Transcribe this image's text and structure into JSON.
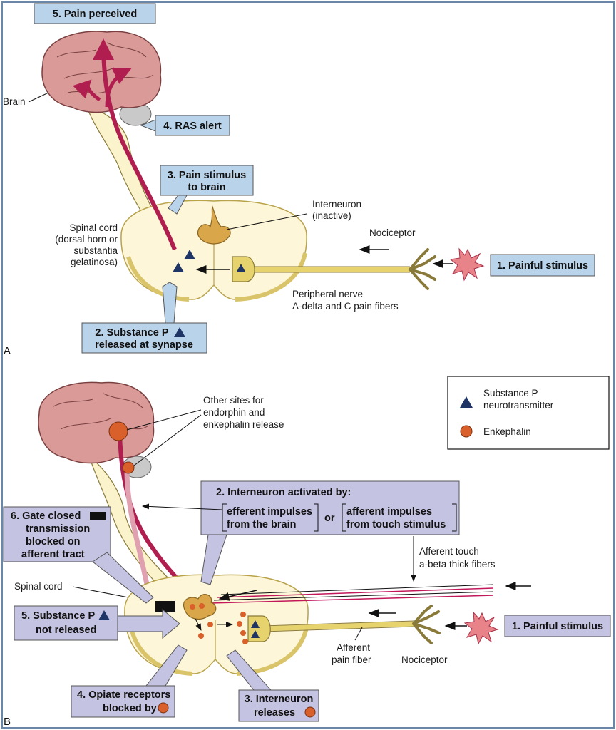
{
  "panel_a": {
    "panel_label": "A",
    "pain_perceived": "5. Pain perceived",
    "brain": "Brain",
    "ras_alert": "4. RAS alert",
    "pain_stimulus_line1": "3. Pain stimulus",
    "pain_stimulus_line2": "to brain",
    "interneuron_line1": "Interneuron",
    "interneuron_line2": "(inactive)",
    "nociceptor": "Nociceptor",
    "spinal_cord_line1": "Spinal cord",
    "spinal_cord_line2": "(dorsal horn or",
    "spinal_cord_line3": "substantia",
    "spinal_cord_line4": "gelatinosa)",
    "painful_stimulus": "1. Painful stimulus",
    "peripheral_line1": "Peripheral nerve",
    "peripheral_line2": "A-delta and C pain fibers",
    "substance_p_line1": "2. Substance P",
    "substance_p_line2": "released at synapse"
  },
  "panel_b": {
    "panel_label": "B",
    "other_sites_line1": "Other sites for",
    "other_sites_line2": "endorphin and",
    "other_sites_line3": "enkephalin release",
    "legend_substance_p_line1": "Substance P",
    "legend_substance_p_line2": "neurotransmitter",
    "legend_enkephalin": "Enkephalin",
    "interneuron_activated": "2. Interneuron activated by:",
    "efferent_line1": "efferent impulses",
    "efferent_line2": "from the brain",
    "or": "or",
    "afferent_line1": "afferent impulses",
    "afferent_line2": "from touch stimulus",
    "gate_line1": "6. Gate closed",
    "gate_line2": "transmission",
    "gate_line3": "blocked on",
    "gate_line4": "afferent tract",
    "afferent_touch_line1": "Afferent touch",
    "afferent_touch_line2": "a-beta thick fibers",
    "spinal_cord": "Spinal cord",
    "substance_p_not_line1": "5. Substance P",
    "substance_p_not_line2": "not released",
    "painful_stimulus": "1. Painful stimulus",
    "afferent_pain_line1": "Afferent",
    "afferent_pain_line2": "pain fiber",
    "nociceptor": "Nociceptor",
    "opiate_line1": "4. Opiate receptors",
    "opiate_line2": "blocked by",
    "interneuron_releases_line1": "3. Interneuron",
    "interneuron_releases_line2": "releases"
  },
  "colors": {
    "label_box": "#b9d3ea",
    "label_box_b": "#c5c3e2",
    "pathway": "#b01e4f",
    "brain": "#d99a98",
    "cord": "#fdf6d8",
    "nerve": "#e6d36e",
    "substance_p": "#1f3566",
    "enkephalin": "#d9602a"
  }
}
